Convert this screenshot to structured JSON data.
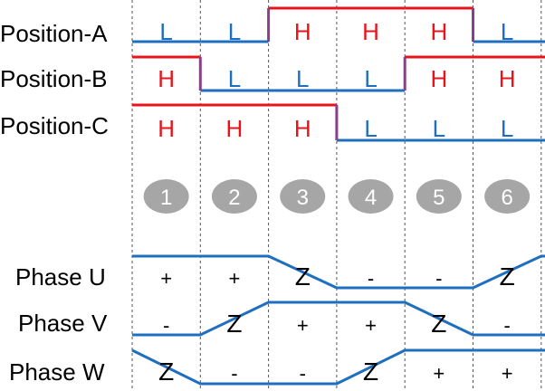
{
  "colors": {
    "high": "#e8141c",
    "low": "#1f6fc0",
    "step_badge": "#a6a6a6",
    "divider": "#555555",
    "text": "#000000"
  },
  "positions": [
    {
      "label": "Position-A",
      "levels": [
        "L",
        "L",
        "H",
        "H",
        "H",
        "L"
      ]
    },
    {
      "label": "Position-B",
      "levels": [
        "H",
        "L",
        "L",
        "L",
        "H",
        "H"
      ]
    },
    {
      "label": "Position-C",
      "levels": [
        "H",
        "H",
        "H",
        "L",
        "L",
        "L"
      ]
    }
  ],
  "steps": [
    "1",
    "2",
    "3",
    "4",
    "5",
    "6"
  ],
  "phases": [
    {
      "label": "Phase U",
      "states": [
        "+",
        "+",
        "Z",
        "-",
        "-",
        "Z"
      ]
    },
    {
      "label": "Phase V",
      "states": [
        "-",
        "Z",
        "+",
        "+",
        "Z",
        "-"
      ]
    },
    {
      "label": "Phase W",
      "states": [
        "Z",
        "-",
        "-",
        "Z",
        "+",
        "+"
      ]
    }
  ]
}
